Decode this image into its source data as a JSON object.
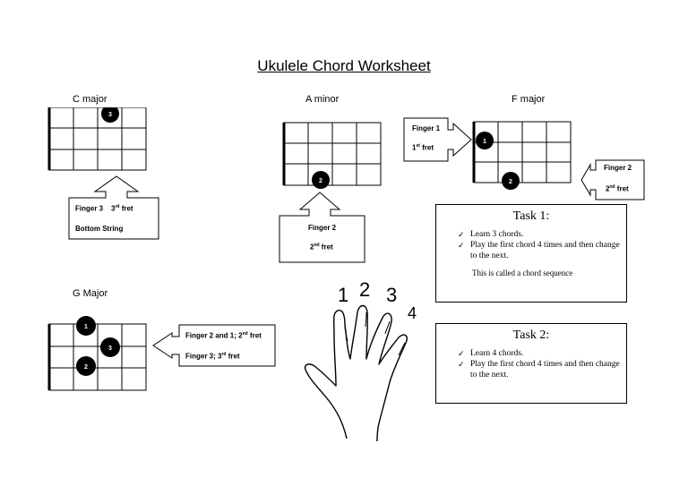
{
  "title": "Ukulele Chord Worksheet",
  "chords": {
    "c_major": {
      "name": "C major",
      "dot": "3",
      "callout_line1": "Finger 3",
      "callout_fret": "3",
      "callout_sup": "rd",
      "callout_fret_word": "fret",
      "callout_line2": "Bottom String"
    },
    "a_minor": {
      "name": "A minor",
      "dot": "2",
      "callout_line1": "Finger 2",
      "callout_fret": "2",
      "callout_sup": "nd",
      "callout_fret_word": "fret"
    },
    "f_major": {
      "name": "F major",
      "dot1": "1",
      "dot2": "2",
      "left_callout_line1": "Finger 1",
      "left_callout_fret": "1",
      "left_callout_sup": "st",
      "left_callout_fret_word": "fret",
      "right_callout_line1": "Finger 2",
      "right_callout_fret": "2",
      "right_callout_sup": "nd",
      "right_callout_fret_word": "fret"
    },
    "g_major": {
      "name": "G Major",
      "dot1": "1",
      "dot2": "3",
      "dot3": "2",
      "callout_line1_a": "Finger 2 and 1; 2",
      "callout_line1_sup": "nd",
      "callout_line1_b": "fret",
      "callout_line2_a": "Finger 3; 3",
      "callout_line2_sup": "rd",
      "callout_line2_b": "fret"
    }
  },
  "tasks": [
    {
      "title": "Task 1:",
      "items": [
        "Learn 3 chords.",
        "Play the first chord 4 times and then change to the next."
      ],
      "note": "This is called a chord sequence"
    },
    {
      "title": "Task 2:",
      "items": [
        "Learn 4 chords.",
        "Play the first chord 4 times and then change to the next."
      ]
    }
  ],
  "hand": {
    "finger_labels": [
      "1",
      "2",
      "3",
      "4"
    ]
  }
}
